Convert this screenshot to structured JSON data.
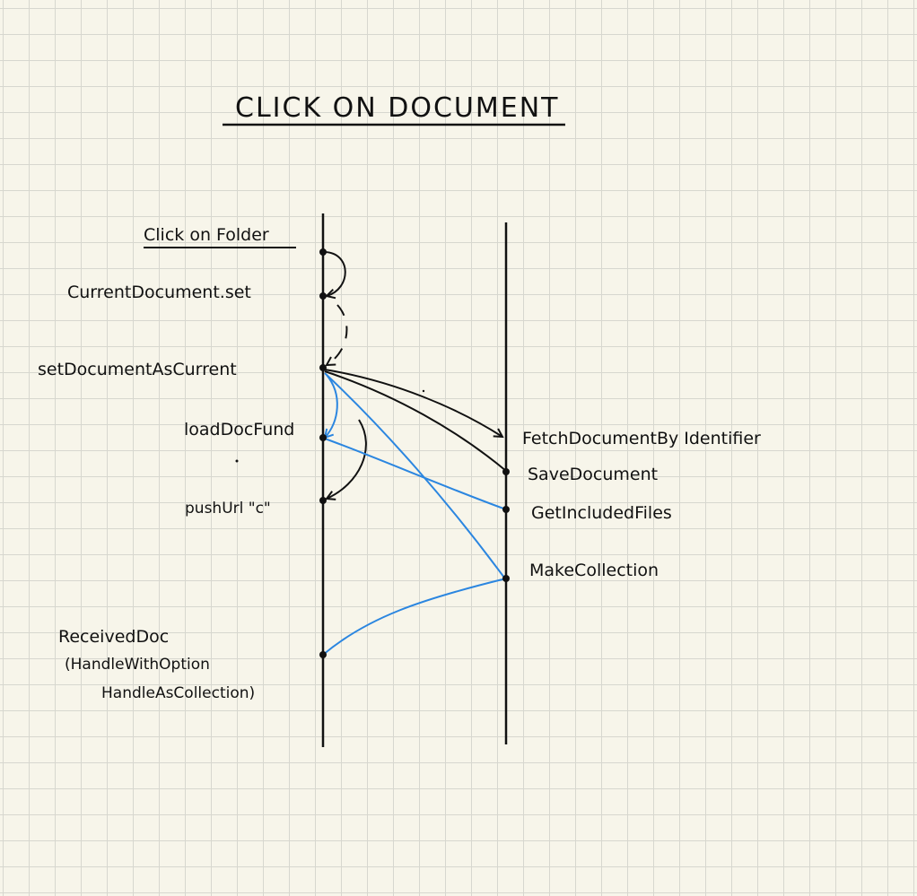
{
  "title": "CLICK ON DOCUMENT",
  "left_labels": {
    "click_on_folder": "Click on Folder",
    "current_document_set": "CurrentDocument.set",
    "set_document_as_current": "setDocumentAsCurrent",
    "load_doc_fund": "loadDocFund",
    "push_url": "pushUrl \"c\"",
    "received_doc": "ReceivedDoc",
    "handle_with_option": "(HandleWithOption",
    "handle_as_collection": "HandleAsCollection)"
  },
  "right_labels": {
    "fetch_document": "FetchDocumentBy Identifier",
    "save_document": "SaveDocument",
    "get_included_files": "GetIncludedFiles",
    "make_collection": "MakeCollection"
  },
  "colors": {
    "ink": "#111111",
    "blue_ink": "#2b86e0",
    "paper": "#f7f5ea",
    "grid": "#d7d7cf"
  }
}
